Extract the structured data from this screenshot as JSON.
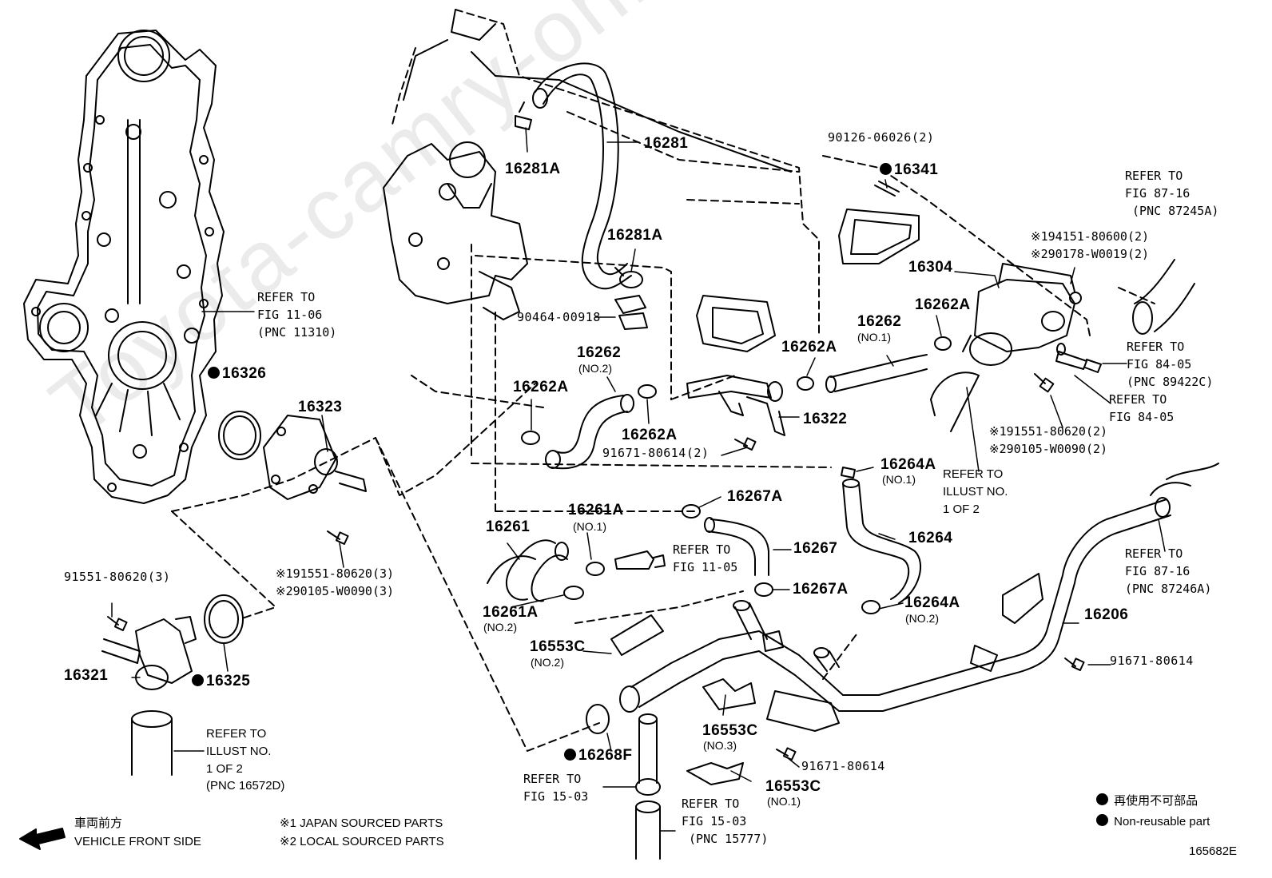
{
  "watermark": "Toyota-camry-online.ru",
  "parts": {
    "p16281": "16281",
    "p16281A_top": "16281A",
    "p16281A_mid": "16281A",
    "p90464": "90464-00918",
    "p90126": "90126-06026(2)",
    "p16341": "16341",
    "p16304": "16304",
    "p16262A_right": "16262A",
    "p16262_no1": "16262",
    "p16262_no1_sub": "(NO.1)",
    "p16262A_center": "16262A",
    "p16262_no2": "16262",
    "p16262_no2_sub": "(NO.2)",
    "p16262A_left": "16262A",
    "p16262A_low": "16262A",
    "p91671_2": "91671-80614(2)",
    "p16322": "16322",
    "p16326": "16326",
    "p16323": "16323",
    "p16264A_no1": "16264A",
    "p16264A_no1_sub": "(NO.1)",
    "p16264": "16264",
    "p16264A_no2": "16264A",
    "p16264A_no2_sub": "(NO.2)",
    "p16267A_top": "16267A",
    "p16267": "16267",
    "p16267A_low": "16267A",
    "p16261": "16261",
    "p16261A_no1": "16261A",
    "p16261A_no1_sub": "(NO.1)",
    "p16261A_no2": "16261A",
    "p16261A_no2_sub": "(NO.2)",
    "p16553C_no2": "16553C",
    "p16553C_no2_sub": "(NO.2)",
    "p16553C_no3": "16553C",
    "p16553C_no3_sub": "(NO.3)",
    "p16553C_no1": "16553C",
    "p16553C_no1_sub": "(NO.1)",
    "p16206": "16206",
    "p91671_right": "91671-80614",
    "p91671_low": "91671-80614",
    "p16268F": "16268F",
    "p91551": "91551-80620(3)",
    "p16321": "16321",
    "p16325": "16325"
  },
  "refs": {
    "fig1106": "REFER TO\nFIG 11-06\n(PNC 11310)",
    "fig8716_top": "REFER TO\nFIG 87-16\n (PNC 87245A)",
    "fig8405_a": "REFER TO\nFIG 84-05\n(PNC 89422C)",
    "fig8405_b": "REFER TO\nFIG 84-05",
    "illust_mid": "REFER TO\nILLUST NO.\n1 OF 2",
    "fig1105": "REFER TO\nFIG 11-05",
    "fig8716_low": "REFER TO\nFIG 87-16\n(PNC 87246A)",
    "fig1503_a": "REFER TO\nFIG 15-03",
    "fig1503_b": "REFER TO\nFIG 15-03\n (PNC 15777)",
    "illust_low": "REFER TO\nILLUST NO.\n1 OF 2\n(PNC 16572D)"
  },
  "sourced": {
    "s_top_right": "※194151-80600(2)\n※290178-W0019(2)",
    "s_mid_right": "※191551-80620(2)\n※290105-W0090(2)",
    "s_mid_left": "※191551-80620(3)\n※290105-W0090(3)"
  },
  "footer": {
    "front_jp": "車両前方",
    "front_en": "VEHICLE FRONT SIDE",
    "note1": "※1 JAPAN SOURCED PARTS",
    "note2": "※2 LOCAL SOURCED PARTS",
    "legend_jp": "再使用不可部品",
    "legend_en": "Non-reusable part",
    "fig_id": "165682E"
  }
}
